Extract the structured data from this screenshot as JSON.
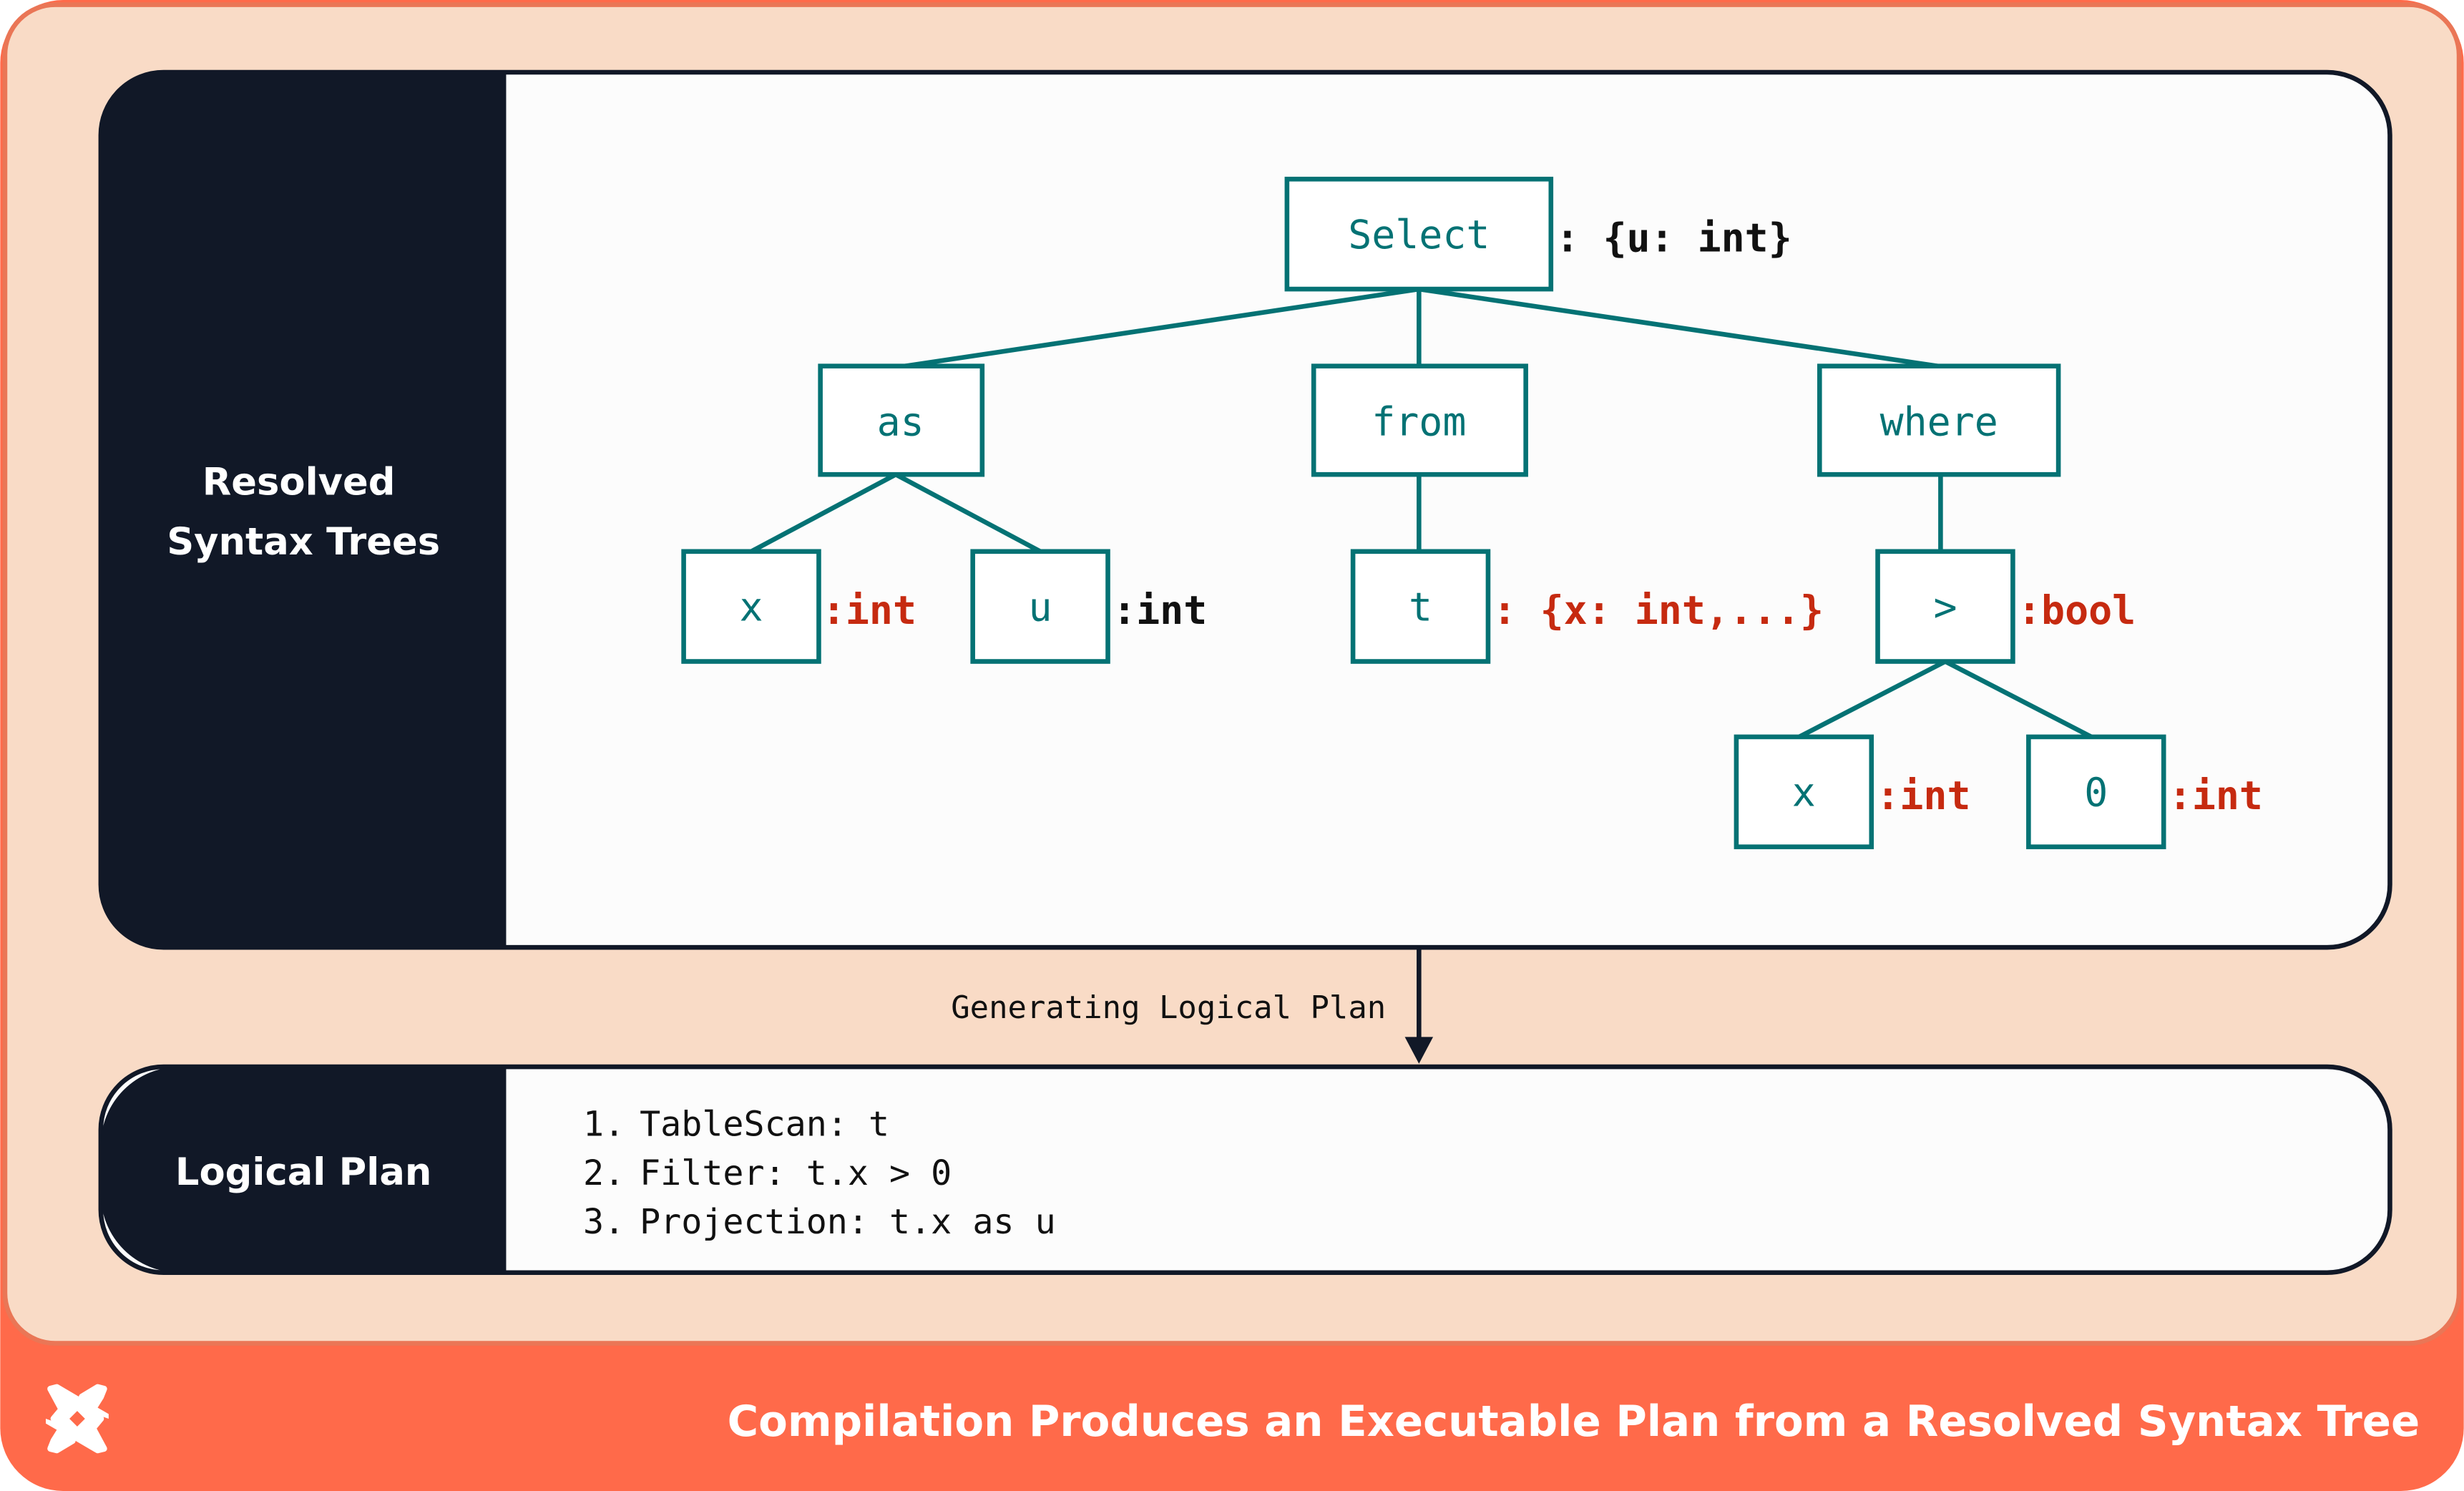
{
  "colors": {
    "accent": "#FF6A4A",
    "panel_bg": "#F9DBC6",
    "dark": "#111827",
    "node": "#047274",
    "type_red": "#C62A10",
    "type_black": "#111111"
  },
  "logo_icon": "brand-x-logo-icon",
  "syntax_tree": {
    "heading_line1": "Resolved",
    "heading_line2": "Syntax Trees",
    "nodes": {
      "select": {
        "label": "Select",
        "type": ": {u: int}"
      },
      "as": {
        "label": "as"
      },
      "from": {
        "label": "from"
      },
      "where": {
        "label": "where"
      },
      "x": {
        "label": "x",
        "type": ":int"
      },
      "u": {
        "label": "u",
        "type": ":int"
      },
      "t": {
        "label": "t",
        "type": ": {x: int,...}"
      },
      "gt": {
        "label": ">",
        "type": ":bool"
      },
      "x2": {
        "label": "x",
        "type": ":int"
      },
      "zero": {
        "label": "0",
        "type": ":int"
      }
    }
  },
  "arrow_label": "Generating Logical Plan",
  "logical_plan": {
    "heading": "Logical Plan",
    "steps": [
      {
        "num": "1.",
        "text": "TableScan: t"
      },
      {
        "num": "2.",
        "text": "Filter: t.x > 0"
      },
      {
        "num": "3.",
        "text": "Projection: t.x as u"
      }
    ]
  },
  "footer_title": "Compilation Produces an Executable Plan from a Resolved Syntax Tree"
}
